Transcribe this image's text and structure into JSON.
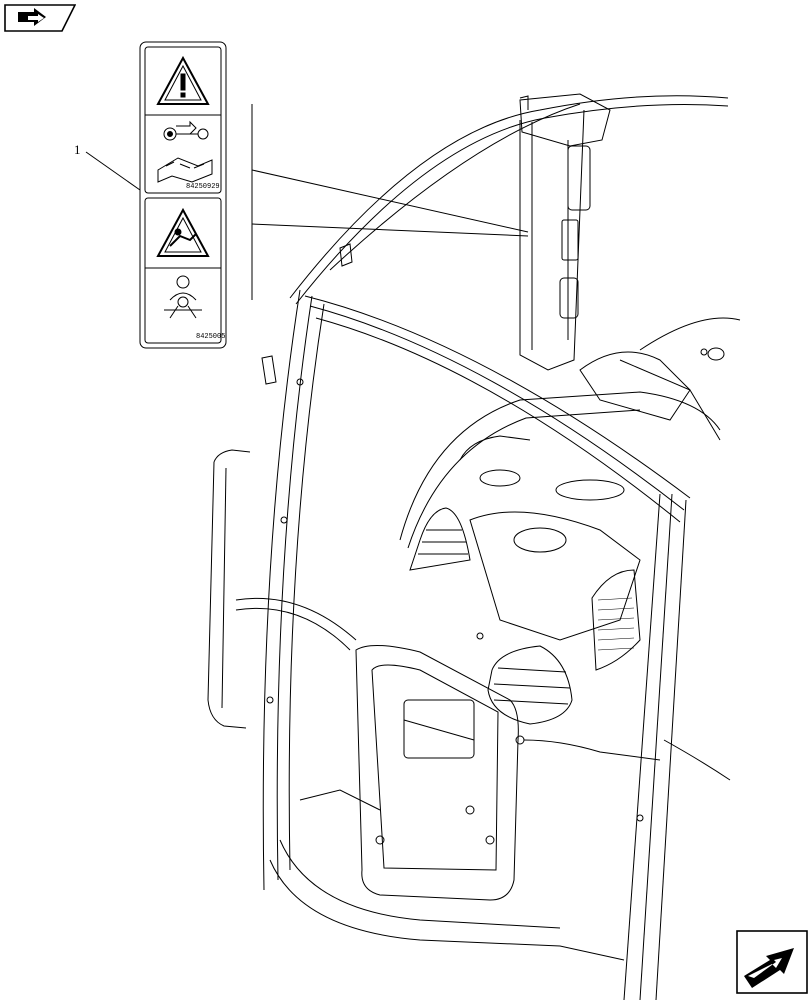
{
  "navigation": {
    "back_icon": "arrow-back-icon",
    "next_icon": "arrow-next-icon"
  },
  "callout": {
    "item_number": "1"
  },
  "decals": {
    "upper_code": "84250929",
    "lower_code": "8425005"
  }
}
